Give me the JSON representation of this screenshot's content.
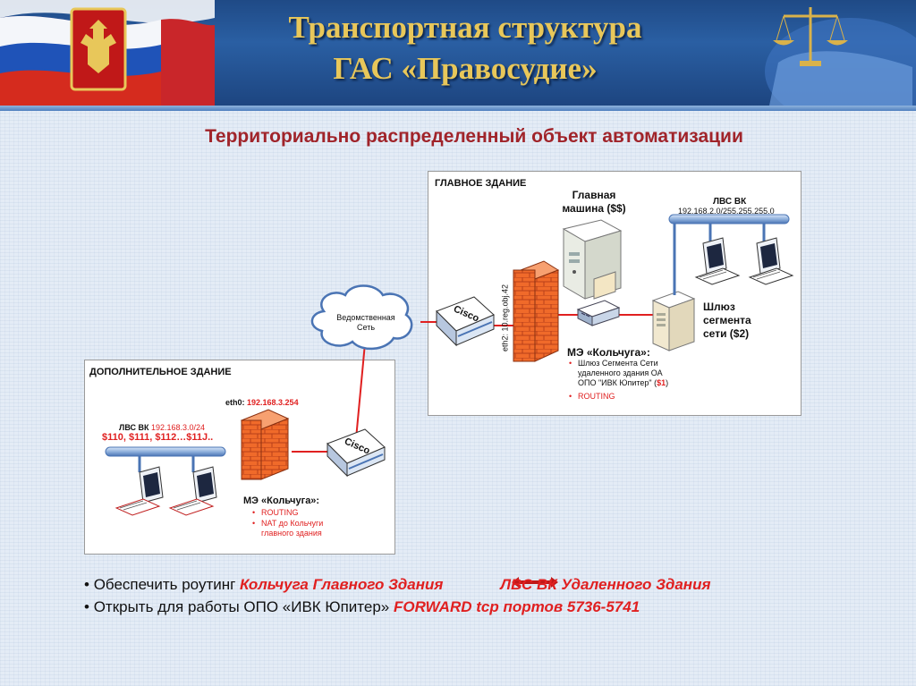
{
  "header": {
    "title_line1": "Транспортная структура",
    "title_line2": "ГАС «Правосудие»"
  },
  "subtitle": "Территориально распределенный объект автоматизации",
  "main_building": {
    "title": "ГЛАВНОЕ ЗДАНИЕ",
    "main_machine_line1": "Главная",
    "main_machine_line2": "машина ($$)",
    "lan_title": "ЛВС ВК",
    "lan_net": "192.168.2.0/255.255.255.0",
    "gateway_line1": "Шлюз",
    "gateway_line2": "сегмента",
    "gateway_line3": "сети ($2)",
    "eth_label": "eth2: 10.reg.obj.42",
    "firewall_title": "МЭ «Кольчуга»:",
    "fw_item1_line1": "Шлюз Сегмента Сети",
    "fw_item1_line2": "удаленного здания ОА",
    "fw_item1_line3": "ОПО \"ИВК Юпитер\" (",
    "fw_item1_code": "$1",
    "fw_item1_end": ")",
    "fw_item2": "ROUTING"
  },
  "cloud": {
    "line1": "Ведомственная",
    "line2": "Сеть"
  },
  "cisco_label": "Cisco",
  "extra_building": {
    "title": "ДОПОЛНИТЕЛЬНОЕ ЗДАНИЕ",
    "eth_prefix": "eth0: ",
    "eth_ip": "192.168.3.254",
    "lan_prefix": "ЛВС ВК ",
    "lan_net": "192.168.3.0/24",
    "lan_hosts": "$110, $111, $112…$11J..",
    "firewall_title": "МЭ «Кольчуга»:",
    "fw_item1": "ROUTING",
    "fw_item2_line1": "NAT до Кольчуги",
    "fw_item2_line2": "главного здания"
  },
  "bullets": {
    "b1_text": "Обеспечить роутинг ",
    "b1_em1": "Кольчуга Главного Здания",
    "b1_em2": "ЛВС ВК Удаленного Здания",
    "b2_text": "Открыть для работы ОПО «ИВК Юпитер» ",
    "b2_em": "FORWARD tcp портов 5736-5741"
  },
  "colors": {
    "title_gold": "#e8c75a",
    "subtitle_red": "#a0242a",
    "link_red": "#e02020",
    "header_blue": "#1f4a86"
  }
}
